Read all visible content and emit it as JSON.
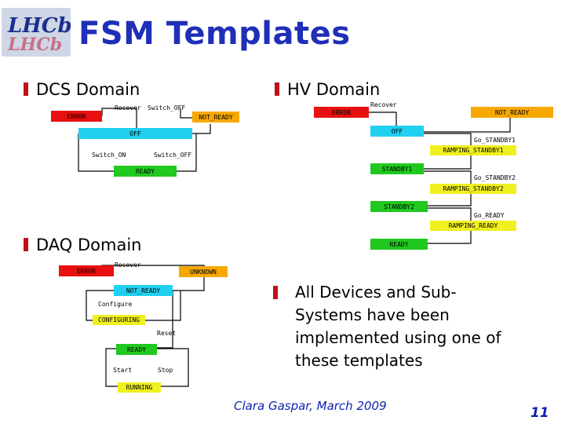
{
  "logo": {
    "line1": "LHCb",
    "line2": "LHCb"
  },
  "title": "FSM Templates",
  "dcs": {
    "heading": "DCS Domain",
    "states": {
      "error": "ERROR",
      "not_ready": "NOT_READY",
      "off": "OFF",
      "ready": "READY"
    },
    "actions": {
      "recover": "Recover",
      "switch_off_top": "Switch_OFF",
      "switch_on": "Switch_ON",
      "switch_off": "Switch_OFF"
    }
  },
  "hv": {
    "heading": "HV Domain",
    "states": {
      "error": "ERROR",
      "not_ready": "NOT_READY",
      "off": "OFF",
      "standby1": "STANDBY1",
      "standby2": "STANDBY2",
      "ready": "READY",
      "ramping_standby1": "RAMPING_STANDBY1",
      "ramping_standby2": "RAMPING_STANDBY2",
      "ramping_ready": "RAMPING_READY"
    },
    "actions": {
      "recover": "Recover",
      "go_standby1": "Go_STANDBY1",
      "go_standby2": "Go_STANDBY2",
      "go_ready": "Go_READY"
    }
  },
  "daq": {
    "heading": "DAQ Domain",
    "states": {
      "error": "ERROR",
      "unknown": "UNKNOWN",
      "not_ready": "NOT_READY",
      "configuring": "CONFIGURING",
      "ready": "READY",
      "running": "RUNNING"
    },
    "actions": {
      "recover": "Recover",
      "configure": "Configure",
      "reset": "Reset",
      "start": "Start",
      "stop": "Stop"
    }
  },
  "note": "All Devices and Sub-Systems have been implemented using one of these templates",
  "footer": "Clara Gaspar, March 2009",
  "page_number": "11",
  "colors": {
    "title": "#1f2fb8",
    "bullet": "#c0101a",
    "error": "#e81010",
    "not_ready": "#f7a800",
    "off": "#20d0f0",
    "ready": "#20c820",
    "transitional": "#f0f020",
    "footer": "#0d1fb0"
  }
}
